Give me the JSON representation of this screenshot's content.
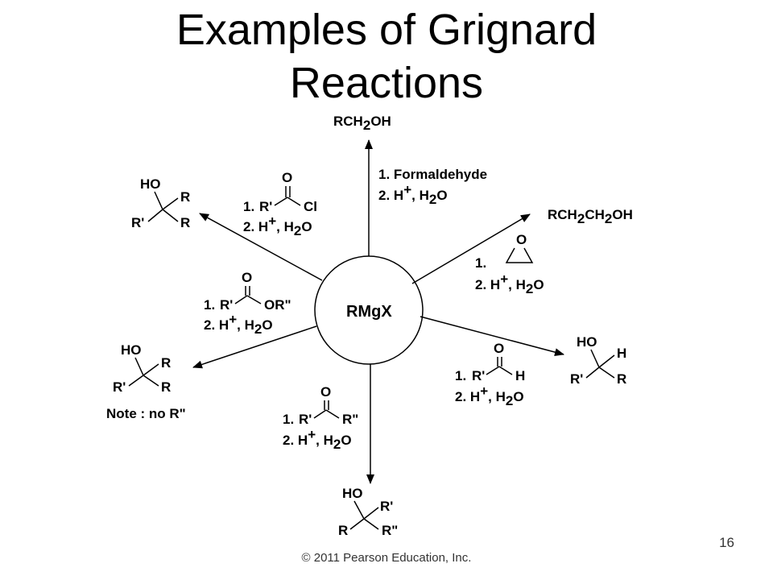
{
  "slide": {
    "title_line1": "Examples of Grignard",
    "title_line2": "Reactions",
    "page_number": "16",
    "copyright": "© 2011 Pearson Education, Inc."
  },
  "diagram": {
    "center": "RMgX",
    "reactions": [
      {
        "direction": "up",
        "step1": "1. Formaldehyde",
        "step2_prefix": "2. H",
        "sup": "+",
        "step2_mid": ", H",
        "sub": "2",
        "step2_end": "O",
        "product": "RCH2OH"
      },
      {
        "direction": "up-right",
        "step1": "1.",
        "reagent": "epoxide O",
        "step2_prefix": "2. H",
        "sup": "+",
        "step2_mid": ", H",
        "sub": "2",
        "step2_end": "O",
        "product": "RCH2CH2OH"
      },
      {
        "direction": "down-right",
        "step1": "1.",
        "reagent": "R'CHO",
        "step2_prefix": "2. H",
        "sup": "+",
        "step2_mid": ", H",
        "sub": "2",
        "step2_end": "O",
        "product": "R'(H)(R)C-OH"
      },
      {
        "direction": "down",
        "step1": "1.",
        "reagent": "R'COR\"",
        "step2_prefix": "2. H",
        "sup": "+",
        "step2_mid": ", H",
        "sub": "2",
        "step2_end": "O",
        "product": "R'(R\")(R)C-OH"
      },
      {
        "direction": "left",
        "step1": "1.",
        "reagent": "R'COOR\"",
        "step2_prefix": "2. H",
        "sup": "+",
        "step2_mid": ", H",
        "sub": "2",
        "step2_end": "O",
        "product": "R'(R)(R)C-OH",
        "note": "Note : no R\""
      },
      {
        "direction": "up-left",
        "step1": "1.",
        "reagent": "R'COCl",
        "step2_prefix": "2. H",
        "sup": "+",
        "step2_mid": ", H",
        "sub": "2",
        "step2_end": "O",
        "product": "R'(R)(R)C-OH"
      }
    ],
    "atoms": {
      "HO": "HO",
      "R": "R",
      "Rp": "R'",
      "Rpp": "R\"",
      "H": "H",
      "O": "O",
      "Cl": "Cl",
      "ORpp": "OR\"",
      "RCH": "RCH",
      "RCH2CH": "RCH",
      "CH": "CH",
      "OH": "OH",
      "two": "2"
    }
  }
}
